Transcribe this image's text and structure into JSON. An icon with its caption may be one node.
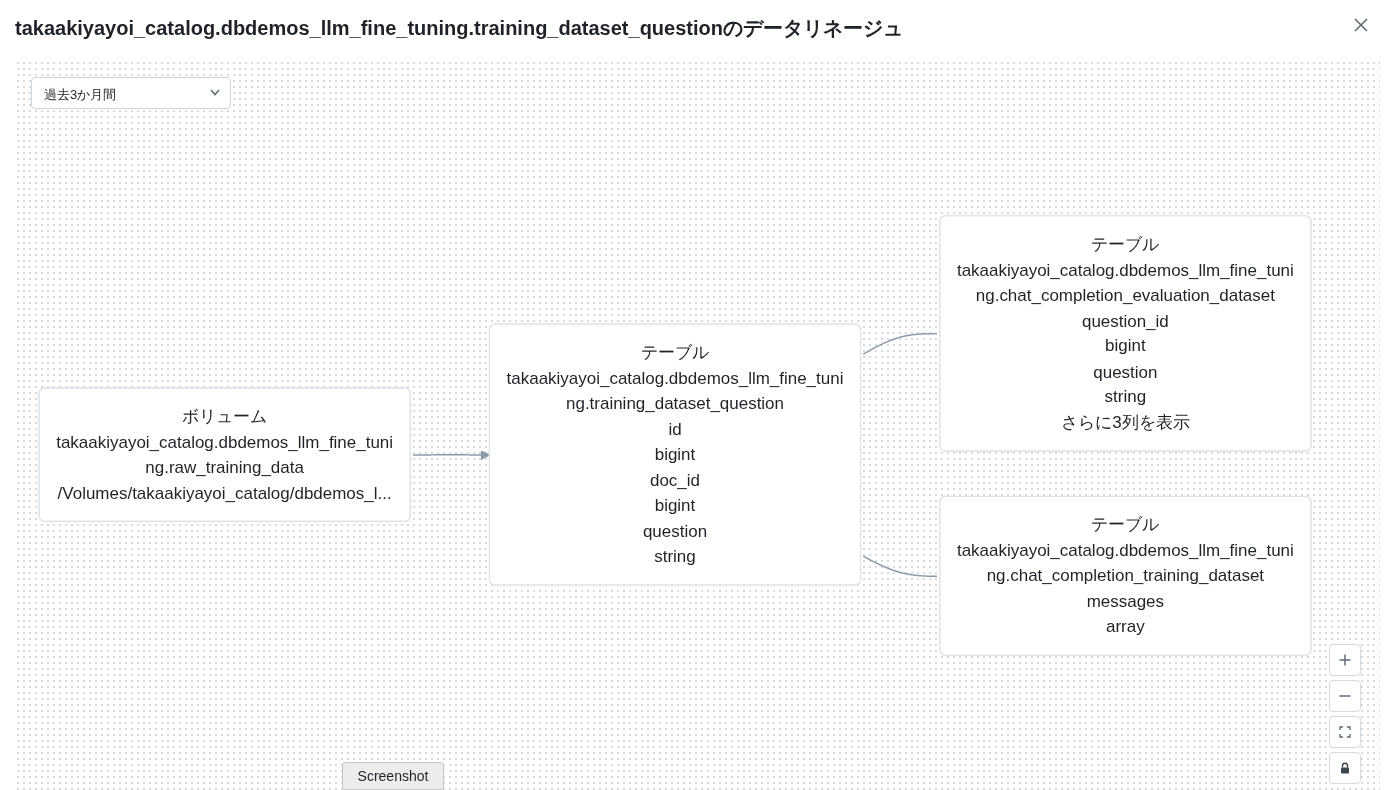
{
  "diagram": {
    "title": "takaakiyayoi_catalog.dbdemos_llm_fine_tuning.training_dataset_questionのデータリネージュ",
    "nodes": [
      {
        "text": [
          "ボリューム",
          "takaakiyayoi_catalog.dbdemos_llm_fine_tuning.raw_training_data",
          "/Volumes/takaakiyayoi_catalog/dbdemos_l..."
        ]
      },
      {
        "text": [
          "テーブル",
          "takaakiyayoi_catalog.dbdemos_llm_fine_tuning.training_dataset_question",
          "id",
          "bigint",
          "doc_id",
          "bigint",
          "question",
          "string"
        ]
      },
      {
        "text": [
          "テーブル",
          "takaakiyayoi_catalog.dbdemos_llm_fine_tuning.chat_completion_evaluation_dataset",
          "question_id",
          "bigint",
          "question",
          "string",
          "さらに3列を表示"
        ]
      },
      {
        "text": [
          "テーブル",
          "takaakiyayoi_catalog.dbdemos_llm_fine_tuning.chat_completion_training_dataset",
          "messages",
          "array"
        ]
      }
    ],
    "edges": [
      {
        "from": 0,
        "to": 1,
        "arrow": "to"
      },
      {
        "from": 1,
        "to": 2,
        "arrow": "none"
      },
      {
        "from": 1,
        "to": 3,
        "arrow": "none"
      }
    ],
    "labels": [
      "過去3か月間",
      "Screenshot"
    ]
  }
}
